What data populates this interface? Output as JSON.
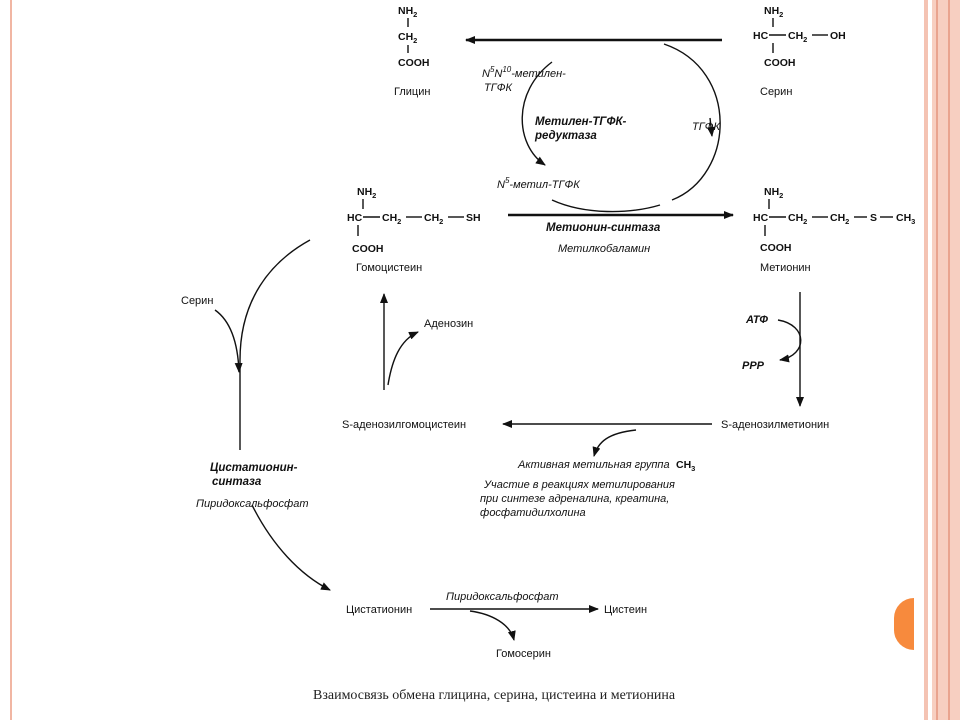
{
  "glycine": {
    "nh2": "NH",
    "nh2_sub": "2",
    "ch2": "CH",
    "ch2_sub": "2",
    "cooh": "COOH",
    "name": "Глицин"
  },
  "serine_top": {
    "nh2": "NH",
    "nh2_sub": "2",
    "hc": "HC",
    "ch2": "CH",
    "ch2_sub": "2",
    "oh": "OH",
    "cooh": "COOH",
    "name": "Серин"
  },
  "homocysteine": {
    "nh2": "NH",
    "nh2_sub": "2",
    "hc": "HC",
    "ch2a": "CH",
    "ch2a_sub": "2",
    "ch2b": "CH",
    "ch2b_sub": "2",
    "sh": "SH",
    "cooh": "COOH",
    "name": "Гомоцистеин"
  },
  "methionine": {
    "nh2": "NH",
    "nh2_sub": "2",
    "hc": "HC",
    "ch2a": "CH",
    "ch2a_sub": "2",
    "ch2b": "CH",
    "ch2b_sub": "2",
    "s": "S",
    "ch3": "CH",
    "ch3_sub": "3",
    "cooh": "COOH",
    "name": "Метионин"
  },
  "folate_cycle": {
    "methylene_n": "N",
    "methylene_sup1": "5",
    "methylene_n2": "N",
    "methylene_sup2": "10",
    "methylene_rest": "-метилен-",
    "methylene_line2": "ТГФК",
    "reductase_line1": "Метилен-ТГФК-",
    "reductase_line2": "редуктаза",
    "thfa": "ТГФК",
    "methyl_n": "N",
    "methyl_sup": "5",
    "methyl_rest": "-метил-ТГФК"
  },
  "methionine_synthase": {
    "enzyme": "Метионин-синтаза",
    "cofactor": "Метилкобаламин"
  },
  "activation": {
    "atp": "АТФ",
    "ppp": "PPP",
    "sam": "S-аденозилметионин",
    "sah": "S-аденозилгомоцистеин",
    "adenosine": "Аденозин"
  },
  "methyl_group": {
    "label": "Активная метильная группа",
    "ch3": "CH",
    "ch3_sub": "3",
    "note_line1": "Участие в реакциях метилирования",
    "note_line2": "при синтезе адреналина, креатина,",
    "note_line3": "фосфатидилхолина"
  },
  "transsulfuration": {
    "serine_in": "Серин",
    "enzyme_line1": "Цистатионин-",
    "enzyme_line2": "синтаза",
    "cofactor": "Пиридоксальфосфат",
    "cystathionine": "Цистатионин",
    "cofactor2": "Пиридоксальфосфат",
    "cysteine": "Цистеин",
    "homoserine": "Гомосерин"
  },
  "caption": "Взаимосвязь обмена глицина, серина, цистеина и метионина",
  "colors": {
    "accent_orange": "#f78a3d",
    "frame_stripe": "#f7cfc1"
  }
}
